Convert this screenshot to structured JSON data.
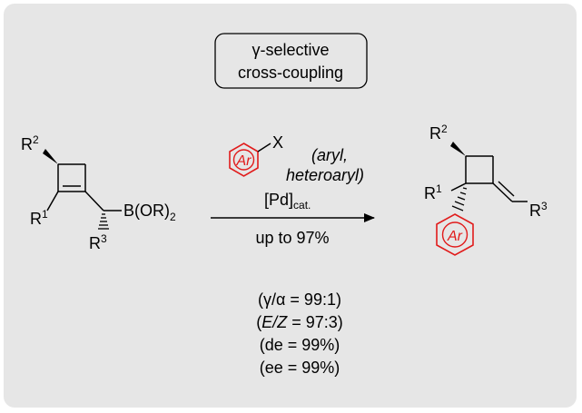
{
  "title_box": {
    "line1": "γ-selective",
    "line2": "cross-coupling"
  },
  "reagent": {
    "ring_label": "Ar",
    "halide": "X",
    "scope_line1": "(aryl,",
    "scope_line2": "heteroaryl)",
    "catalyst_main": "[Pd]",
    "catalyst_sub": "cat.",
    "yield": "up to 97%"
  },
  "substrate": {
    "r2": "R",
    "r2_sup": "2",
    "r1": "R",
    "r1_sup": "1",
    "r3": "R",
    "r3_sup": "3",
    "boron": "B(OR)",
    "boron_sub": "2"
  },
  "product": {
    "r2": "R",
    "r2_sup": "2",
    "r1": "R",
    "r1_sup": "1",
    "r3": "R",
    "r3_sup": "3",
    "ring_label": "Ar"
  },
  "selectivity": {
    "gamma_alpha": "(γ/α = 99:1)",
    "ez_open": "(",
    "ez_label": "E/Z",
    "ez_rest": " = 97:3)",
    "de": "(de = 99%)",
    "ee": "(ee = 99%)"
  },
  "colors": {
    "panel": "#e6e6e6",
    "aryl_ring": "#e11b1b"
  }
}
